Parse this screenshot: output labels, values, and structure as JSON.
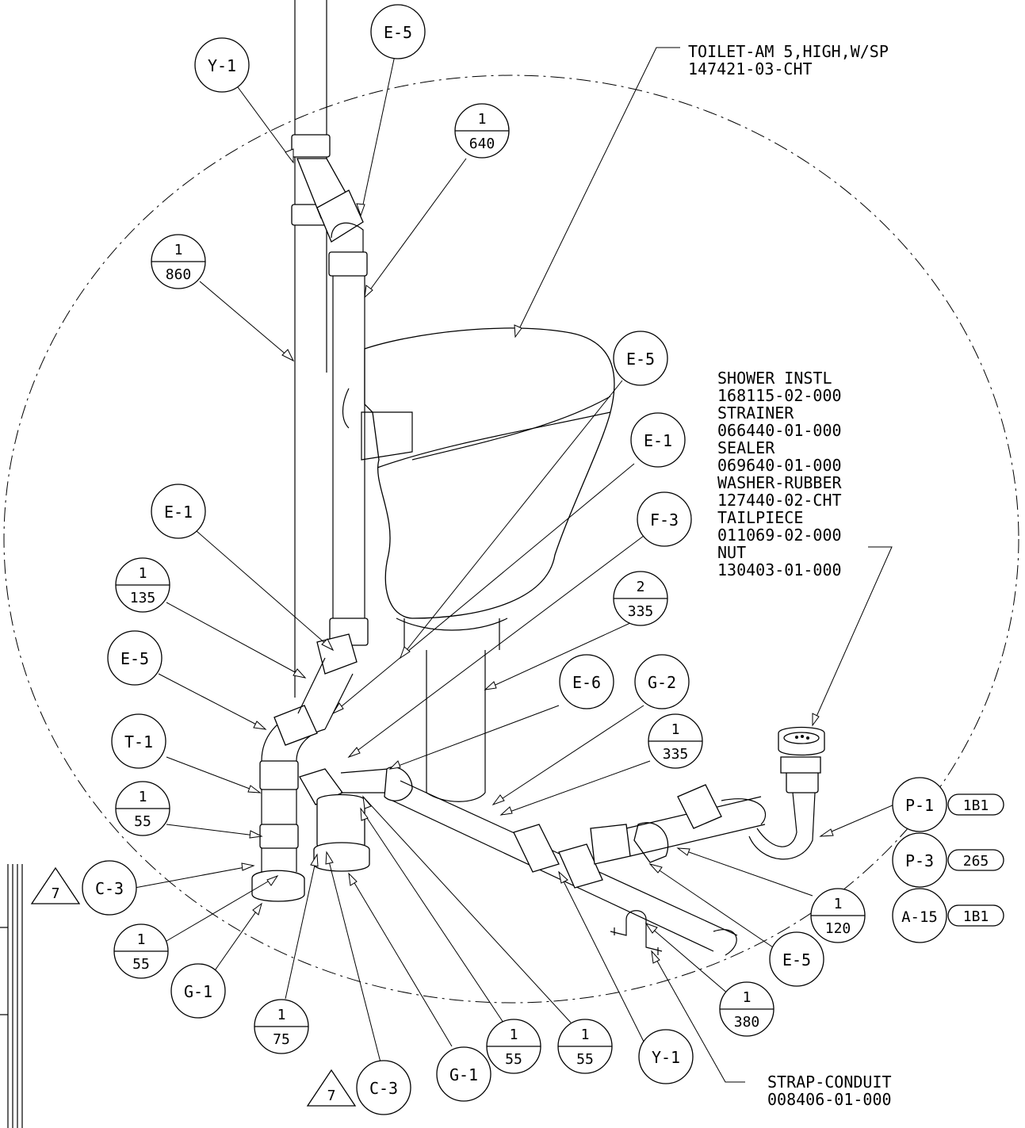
{
  "callouts": {
    "y1_top": "Y-1",
    "e5_top": "E-5",
    "d_1_640": {
      "top": "1",
      "bottom": "640"
    },
    "d_1_860": {
      "top": "1",
      "bottom": "860"
    },
    "e5_mid": "E-5",
    "e1_right": "E-1",
    "f3": "F-3",
    "e1_left": "E-1",
    "d_1_135": {
      "top": "1",
      "bottom": "135"
    },
    "e5_left": "E-5",
    "d_2_335": {
      "top": "2",
      "bottom": "335"
    },
    "e6": "E-6",
    "g2": "G-2",
    "d_1_335": {
      "top": "1",
      "bottom": "335"
    },
    "t1": "T-1",
    "d_1_55_a": {
      "top": "1",
      "bottom": "55"
    },
    "c3_left": "C-3",
    "d_1_55_b": {
      "top": "1",
      "bottom": "55"
    },
    "g1_left": "G-1",
    "d_1_75": {
      "top": "1",
      "bottom": "75"
    },
    "c3_bottom": "C-3",
    "g1_bottom": "G-1",
    "d_1_55_c": {
      "top": "1",
      "bottom": "55"
    },
    "d_1_55_d": {
      "top": "1",
      "bottom": "55"
    },
    "y1_bottom": "Y-1",
    "d_1_380": {
      "top": "1",
      "bottom": "380"
    },
    "e5_right": "E-5",
    "d_1_120": {
      "top": "1",
      "bottom": "120"
    },
    "p1": {
      "label": "P-1",
      "tag": "1B1"
    },
    "p3": {
      "label": "P-3",
      "tag": "265"
    },
    "a15": {
      "label": "A-15",
      "tag": "1B1"
    }
  },
  "revision_marks": [
    "7",
    "7"
  ],
  "notes": {
    "toilet": [
      "TOILET-AM 5,HIGH,W/SP",
      "147421-03-CHT"
    ],
    "shower": [
      "SHOWER INSTL",
      "168115-02-000",
      "STRAINER",
      "066440-01-000",
      "SEALER",
      "069640-01-000",
      "WASHER-RUBBER",
      "127440-02-CHT",
      "TAILPIECE",
      "011069-02-000",
      "NUT",
      "130403-01-000"
    ],
    "strap": [
      "STRAP-CONDUIT",
      "008406-01-000"
    ]
  }
}
